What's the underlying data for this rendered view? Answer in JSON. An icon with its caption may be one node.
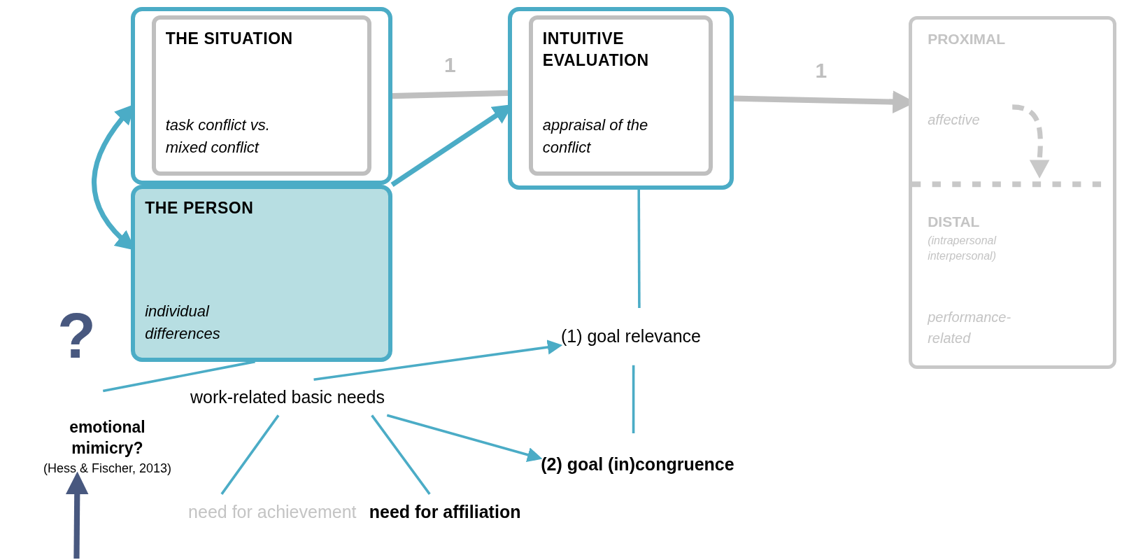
{
  "diagram": {
    "nodes": [
      {
        "text": [],
        "shape": "box"
      },
      {
        "text": [
          "THE SITUATION",
          "task conflict vs. mixed conflict"
        ],
        "in": 0
      },
      {
        "text": [
          "THE PERSON",
          "individual differences"
        ]
      },
      {
        "text": [],
        "shape": "box"
      },
      {
        "text": [
          "INTUITIVE EVALUATION",
          "appraisal of the conflict"
        ],
        "in": 3
      },
      {
        "text": [
          "PROXIMAL",
          "affective",
          "DISTAL",
          "(intrapersonal interpersonal)",
          "performance-related"
        ]
      },
      {
        "text": [
          "(1) goal relevance"
        ]
      },
      {
        "text": [
          "(2) goal (in)congruence"
        ]
      },
      {
        "text": [
          "work-related basic needs"
        ]
      },
      {
        "text": [
          "need for achievement"
        ]
      },
      {
        "text": [
          "need for affiliation"
        ]
      },
      {
        "text": [
          "emotional mimicry?",
          "(Hess & Fischer, 2013)"
        ]
      }
    ],
    "edges": [
      {
        "from": 0,
        "to": 3,
        "arrow": "none",
        "label": "1",
        "style": "thick",
        "color": "#bfbfbf"
      },
      {
        "from": 3,
        "to": 5,
        "arrow": "to",
        "label": "1",
        "style": "thick",
        "color": "#bfbfbf"
      },
      {
        "from": 2,
        "to": 3,
        "arrow": "to",
        "style": "thick"
      },
      {
        "from": 0,
        "to": 2,
        "arrow": "both",
        "style": "thick"
      },
      {
        "from": 3,
        "to": 6,
        "arrow": "none"
      },
      {
        "from": 6,
        "to": 7,
        "arrow": "none"
      },
      {
        "from": 2,
        "to": 11,
        "arrow": "none"
      },
      {
        "from": null,
        "to": 11,
        "arrow": "to",
        "style": "thick",
        "color": "#48587f"
      },
      {
        "from": 8,
        "to": 6,
        "arrow": "to"
      },
      {
        "from": 8,
        "to": 7,
        "arrow": "to"
      },
      {
        "from": 8,
        "to": 9,
        "arrow": "none"
      },
      {
        "from": 8,
        "to": 10,
        "arrow": "none"
      }
    ],
    "labels": [
      "?"
    ]
  }
}
